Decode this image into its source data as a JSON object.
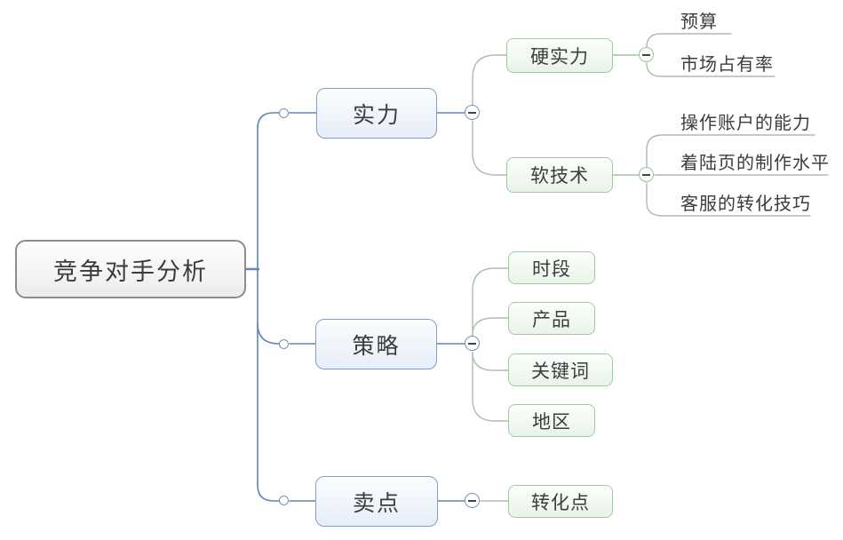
{
  "diagram": {
    "type": "mindmap",
    "root": {
      "label": "竞争对手分析"
    },
    "branches": [
      {
        "label": "实力",
        "children": [
          {
            "label": "硬实力",
            "children": [
              {
                "label": "预算"
              },
              {
                "label": "市场占有率"
              }
            ]
          },
          {
            "label": "软技术",
            "children": [
              {
                "label": "操作账户的能力"
              },
              {
                "label": "着陆页的制作水平"
              },
              {
                "label": "客服的转化技巧"
              }
            ]
          }
        ]
      },
      {
        "label": "策略",
        "children": [
          {
            "label": "时段"
          },
          {
            "label": "产品"
          },
          {
            "label": "关键词"
          },
          {
            "label": "地区"
          }
        ]
      },
      {
        "label": "卖点",
        "children": [
          {
            "label": "转化点"
          }
        ]
      }
    ],
    "colors": {
      "root_border": "#8c8c8c",
      "branch_border": "#7f9fc6",
      "branch_fill": "#e7eef8",
      "subtopic_border": "#a3c9a3",
      "subtopic_fill": "#e9f3e9",
      "line_blue": "#5e87ba",
      "line_green": "#a9bfa9",
      "text": "#3c3c3c"
    }
  }
}
